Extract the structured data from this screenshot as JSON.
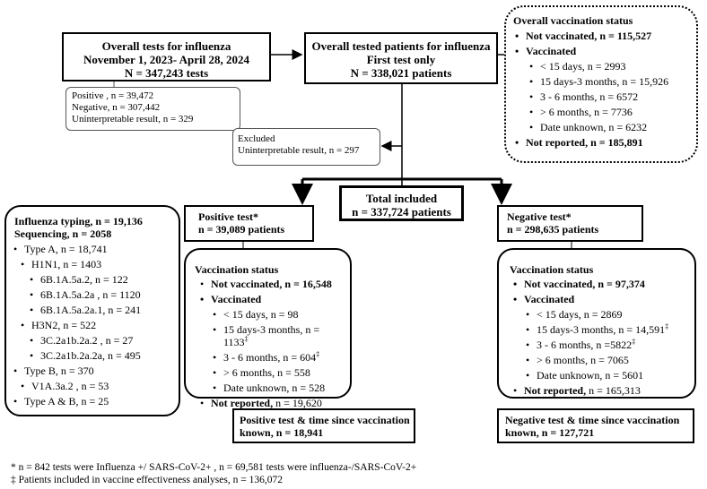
{
  "tests_box": {
    "line1": "Overall tests for influenza",
    "line2": "November 1, 2023- April 28, 2024",
    "line3": "N = 347,243 tests"
  },
  "tests_results": [
    "Positive , n = 39,472",
    "Negative, n = 307,442",
    "Uninterpretable result, n = 329"
  ],
  "patients_box": {
    "line1": "Overall tested patients for influenza",
    "line2": "First test only",
    "line3": "N = 338,021 patients"
  },
  "overall_vax": {
    "title": "Overall vaccination status",
    "not_vaccinated": "Not vaccinated, n = 115,527",
    "vaccinated": "Vaccinated",
    "items": [
      "< 15 days, n = 2993",
      "15 days-3 months, n = 15,926",
      "3 - 6 months, n = 6572",
      "> 6 months, n = 7736",
      "Date unknown, n = 6232"
    ],
    "not_reported": "Not reported, n = 185,891"
  },
  "excluded": {
    "line1": "Excluded",
    "line2": "Uninterpretable result, n = 297"
  },
  "total_included": {
    "line1": "Total included",
    "line2": "n = 337,724 patients"
  },
  "typing": {
    "title": "Influenza typing, n = 19,136",
    "sequencing": "Sequencing,  n  = 2058",
    "type_a": "Type A, n = 18,741",
    "h1n1": "H1N1, n = 1403",
    "h1n1_items": [
      "6B.1A.5a.2, n = 122",
      "6B.1A.5a.2a , n = 1120",
      "6B.1A.5a.2a.1, n = 241"
    ],
    "h3n2": "H3N2, n = 522",
    "h3n2_items": [
      "3C.2a1b.2a.2 , n = 27",
      "3C.2a1b.2a.2a, n = 495"
    ],
    "type_b": "Type B, n = 370",
    "type_b_items": [
      "V1A.3a.2 , n = 53"
    ],
    "type_ab": "Type A & B, n = 25"
  },
  "positive": {
    "head1": "Positive test*",
    "head2": "n = 39,089 patients",
    "vax_title": "Vaccination status",
    "not_vaccinated_label": "Not vaccinated,",
    "not_vaccinated_n": " n = 16,548",
    "vaccinated": "Vaccinated",
    "items": [
      "< 15 days, n = 98",
      "15 days-3 months, n = 1133",
      "3 - 6 months, n = 604",
      "> 6 months, n = 558",
      "Date unknown, n = 528"
    ],
    "item_marks": [
      "",
      "‡",
      "‡",
      "",
      ""
    ],
    "not_reported_label": "Not reported,",
    "not_reported_n": " n = 19,620",
    "known1": "Positive test & time since vaccination",
    "known2": "known, n = 18,941"
  },
  "negative": {
    "head1": "Negative test*",
    "head2": "n = 298,635 patients",
    "vax_title": "Vaccination status",
    "not_vaccinated_label": "Not vaccinated, n = 97,374",
    "vaccinated": "Vaccinated",
    "items": [
      "< 15 days, n = 2869",
      "15 days-3 months, n = 14,591",
      "3 - 6 months, n =5822",
      "> 6 months, n = 7065",
      "Date unknown, n = 5601"
    ],
    "item_marks": [
      "",
      "‡",
      "‡",
      "",
      ""
    ],
    "not_reported_label": "Not reported,",
    "not_reported_n": " n = 165,313",
    "known1": "Negative test & time since vaccination",
    "known2": "known, n = 127,721"
  },
  "footnotes": {
    "star": "* n = 842 tests were Influenza +/ SARS-CoV-2+ , n = 69,581 tests were influenza-/SARS-CoV-2+",
    "dagger": "‡ Patients included in vaccine effectiveness analyses, n = 136,072"
  }
}
